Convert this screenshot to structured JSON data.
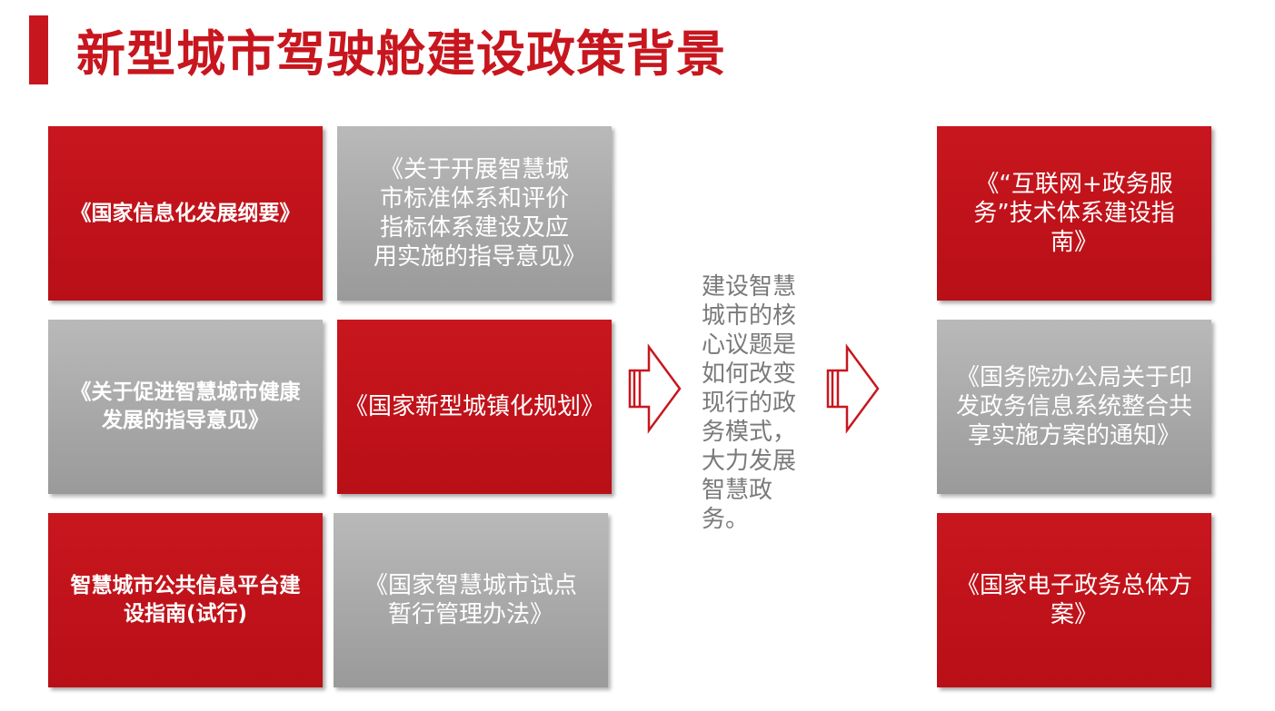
{
  "title": "新型城市驾驶舱建设政策背景",
  "left_grid": [
    {
      "text": "《国家信息化发展纲要》",
      "color": "red",
      "style": "bold"
    },
    {
      "text": "《关于开展智慧城市标准体系和评价指标体系建设及应用实施的指导意见》",
      "color": "gray",
      "style": "normal"
    },
    {
      "text": "《关于促进智慧城市健康发展的指导意见》",
      "color": "gray",
      "style": "bold"
    },
    {
      "text": "《国家新型城镇化规划》",
      "color": "red",
      "style": "normal"
    },
    {
      "text": "智慧城市公共信息平台建设指南(试行)",
      "color": "red",
      "style": "bold"
    },
    {
      "text": "《国家智慧城市试点暂行管理办法》",
      "color": "gray",
      "style": "normal"
    }
  ],
  "center_text": "建设智慧城市的核心议题是如何改变现行的政务模式，大力发展智慧政务。",
  "right_column": [
    {
      "text": "《“互联网+政务服务”技术体系建设指南》",
      "color": "red"
    },
    {
      "text": "《国务院办公局关于印发政务信息系统整合共享实施方案的通知》",
      "color": "gray"
    },
    {
      "text": "《国家电子政务总体方案》",
      "color": "red"
    }
  ],
  "colors": {
    "accent": "#c8161e",
    "gray": "#a8a8a8",
    "text_gray": "#7a7a7a"
  }
}
